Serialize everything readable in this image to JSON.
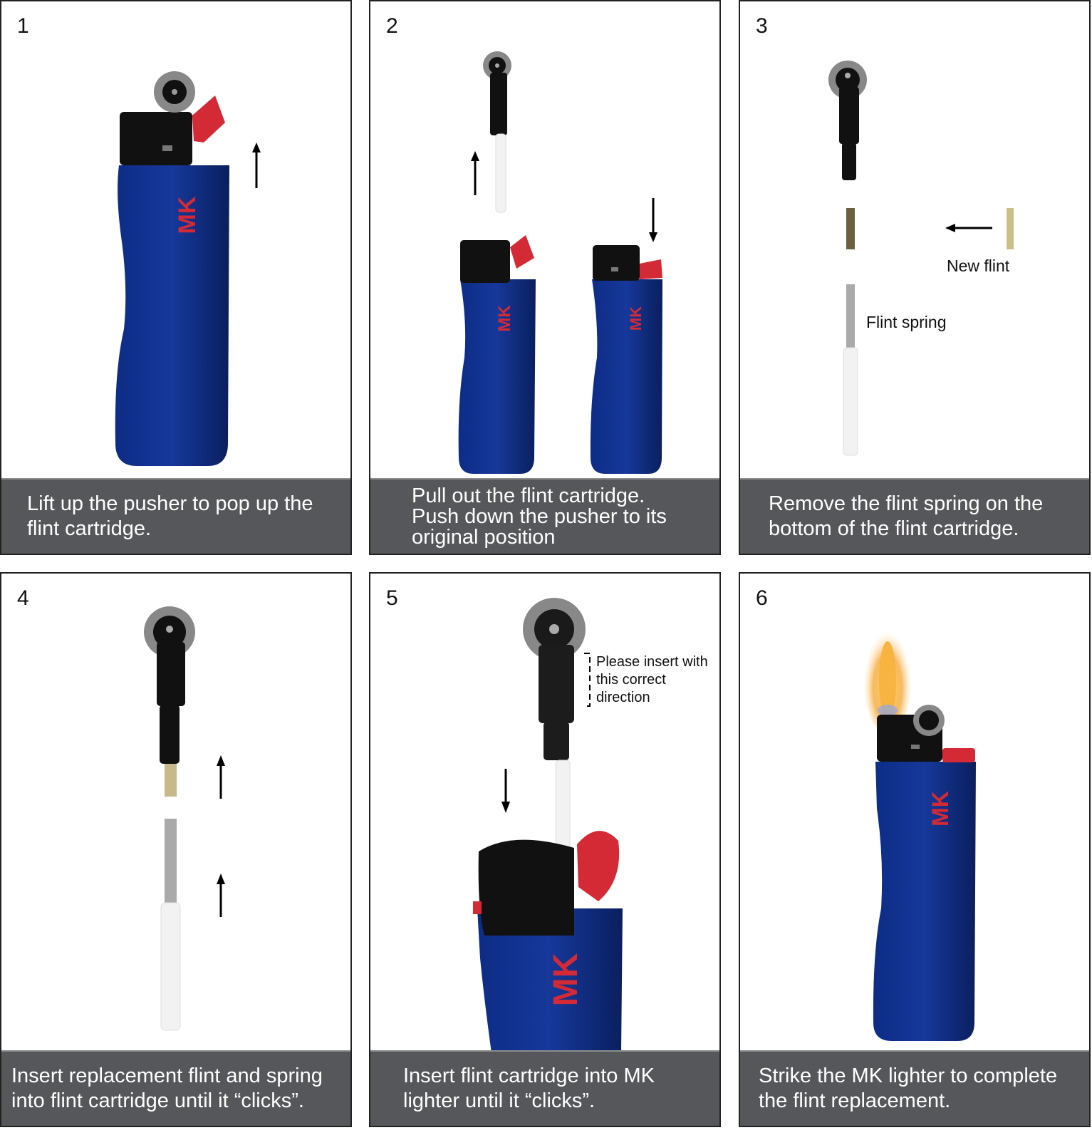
{
  "steps": [
    {
      "number": "1",
      "caption": "Lift up the pusher to pop up the flint cartridge."
    },
    {
      "number": "2",
      "caption": "Pull out  the flint cartridge. Push down the pusher to its original position"
    },
    {
      "number": "3",
      "caption": "Remove the flint spring on the bottom of the flint cartridge.",
      "labels": {
        "new_flint": "New flint",
        "flint_spring": "Flint spring"
      }
    },
    {
      "number": "4",
      "caption": "Insert replacement flint and spring into flint cartridge until it “clicks”."
    },
    {
      "number": "5",
      "caption": "Insert flint cartridge into MK lighter until it “clicks”.",
      "labels": {
        "direction_note": "Please insert with this correct direction"
      }
    },
    {
      "number": "6",
      "caption": "Strike the MK lighter to complete the flint replacement."
    }
  ],
  "brand_logo": "MK",
  "colors": {
    "body": "#14318a",
    "pusher": "#d42a35",
    "caption_bg": "#55575a"
  }
}
